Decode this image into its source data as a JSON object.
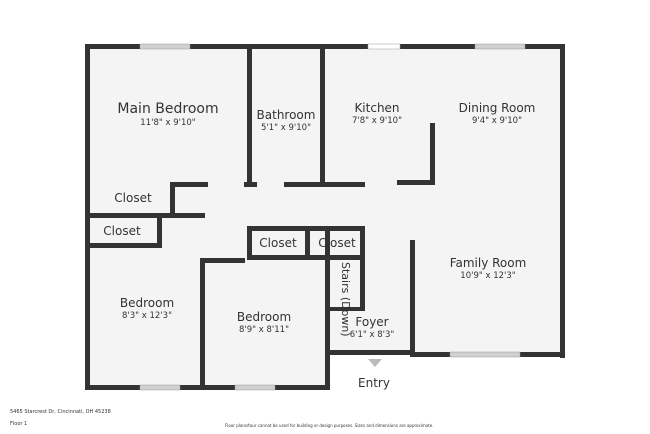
{
  "rooms": {
    "main_bedroom": {
      "name": "Main Bedroom",
      "dims": "11'8\" x 9'10\""
    },
    "bathroom": {
      "name": "Bathroom",
      "dims": "5'1\" x 9'10\""
    },
    "kitchen": {
      "name": "Kitchen",
      "dims": "7'8\" x 9'10\""
    },
    "dining_room": {
      "name": "Dining Room",
      "dims": "9'4\" x 9'10\""
    },
    "closet_1": {
      "name": "Closet"
    },
    "closet_2": {
      "name": "Closet"
    },
    "closet_3": {
      "name": "Closet"
    },
    "closet_4": {
      "name": "Closet"
    },
    "stairs": {
      "name": "Stairs (Down)"
    },
    "family_room": {
      "name": "Family Room",
      "dims": "10'9\" x 12'3\""
    },
    "bedroom_1": {
      "name": "Bedroom",
      "dims": "8'3\" x 12'3\""
    },
    "bedroom_2": {
      "name": "Bedroom",
      "dims": "8'9\" x 8'11\""
    },
    "foyer": {
      "name": "Foyer",
      "dims": "6'1\" x 8'3\""
    }
  },
  "entry_label": "Entry",
  "footer": {
    "address": "5465 Starcrest Dr, Cincinnati, OH 45238",
    "floor": "Floor 1",
    "disclaimer": "Floor plans/tour cannot be used for building or design purposes. Sizes and dimensions are approximate."
  },
  "colors": {
    "wall": "#333333",
    "floor": "#f4f4f4",
    "window": "#d0d0d0"
  }
}
